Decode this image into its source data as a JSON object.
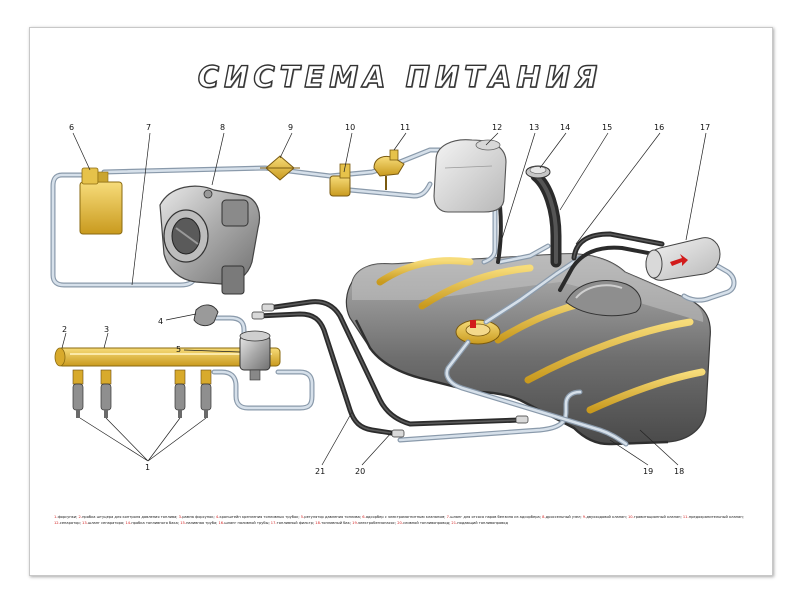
{
  "title": "СИСТЕМА ПИТАНИЯ",
  "callouts": [
    {
      "id": "1",
      "label": "1"
    },
    {
      "id": "2",
      "label": "2"
    },
    {
      "id": "3",
      "label": "3"
    },
    {
      "id": "4",
      "label": "4"
    },
    {
      "id": "5",
      "label": "5"
    },
    {
      "id": "6",
      "label": "6"
    },
    {
      "id": "7",
      "label": "7"
    },
    {
      "id": "8",
      "label": "8"
    },
    {
      "id": "9",
      "label": "9"
    },
    {
      "id": "10",
      "label": "10"
    },
    {
      "id": "11",
      "label": "11"
    },
    {
      "id": "12",
      "label": "12"
    },
    {
      "id": "13",
      "label": "13"
    },
    {
      "id": "14",
      "label": "14"
    },
    {
      "id": "15",
      "label": "15"
    },
    {
      "id": "16",
      "label": "16"
    },
    {
      "id": "17",
      "label": "17"
    },
    {
      "id": "18",
      "label": "18"
    },
    {
      "id": "19",
      "label": "19"
    },
    {
      "id": "20",
      "label": "20"
    },
    {
      "id": "21",
      "label": "21"
    }
  ],
  "legend": [
    {
      "n": "1-",
      "t": "форсунки; "
    },
    {
      "n": "2-",
      "t": "пробка штуцера для контроля давления топлива; "
    },
    {
      "n": "3-",
      "t": "рампа форсунок; "
    },
    {
      "n": "4-",
      "t": "кронштейн крепления топливных трубок; "
    },
    {
      "n": "5-",
      "t": "регулятор давления топлива; "
    },
    {
      "n": "6-",
      "t": "адсорбер с электромагнитным клапаном; "
    },
    {
      "n": "7-",
      "t": "шланг для отсоса паров бензина из адсорбера; "
    },
    {
      "n": "8-",
      "t": "дроссельный узел; "
    },
    {
      "n": "9-",
      "t": "двухходовой клапан; "
    },
    {
      "n": "10-",
      "t": "гравитационный клапан; "
    },
    {
      "n": "11-",
      "t": "предохранительный клапан; "
    },
    {
      "n": "12-",
      "t": "сепаратор; "
    },
    {
      "n": "13-",
      "t": "шланг сепаратора; "
    },
    {
      "n": "14-",
      "t": "пробка топливного бака; "
    },
    {
      "n": "15-",
      "t": "наливная труба; "
    },
    {
      "n": "16-",
      "t": "шланг наливной трубы; "
    },
    {
      "n": "17-",
      "t": "топливный фильтр; "
    },
    {
      "n": "18-",
      "t": "топливный бак; "
    },
    {
      "n": "19-",
      "t": "электробензонасос; "
    },
    {
      "n": "20-",
      "t": "сливной топливопровод; "
    },
    {
      "n": "21-",
      "t": "подающий топливопровод"
    }
  ],
  "colors": {
    "accent": "#d21b1b",
    "part_yellow": "#e6b838",
    "tube": "#c9d6e2",
    "tank": "#8d8d8d"
  }
}
